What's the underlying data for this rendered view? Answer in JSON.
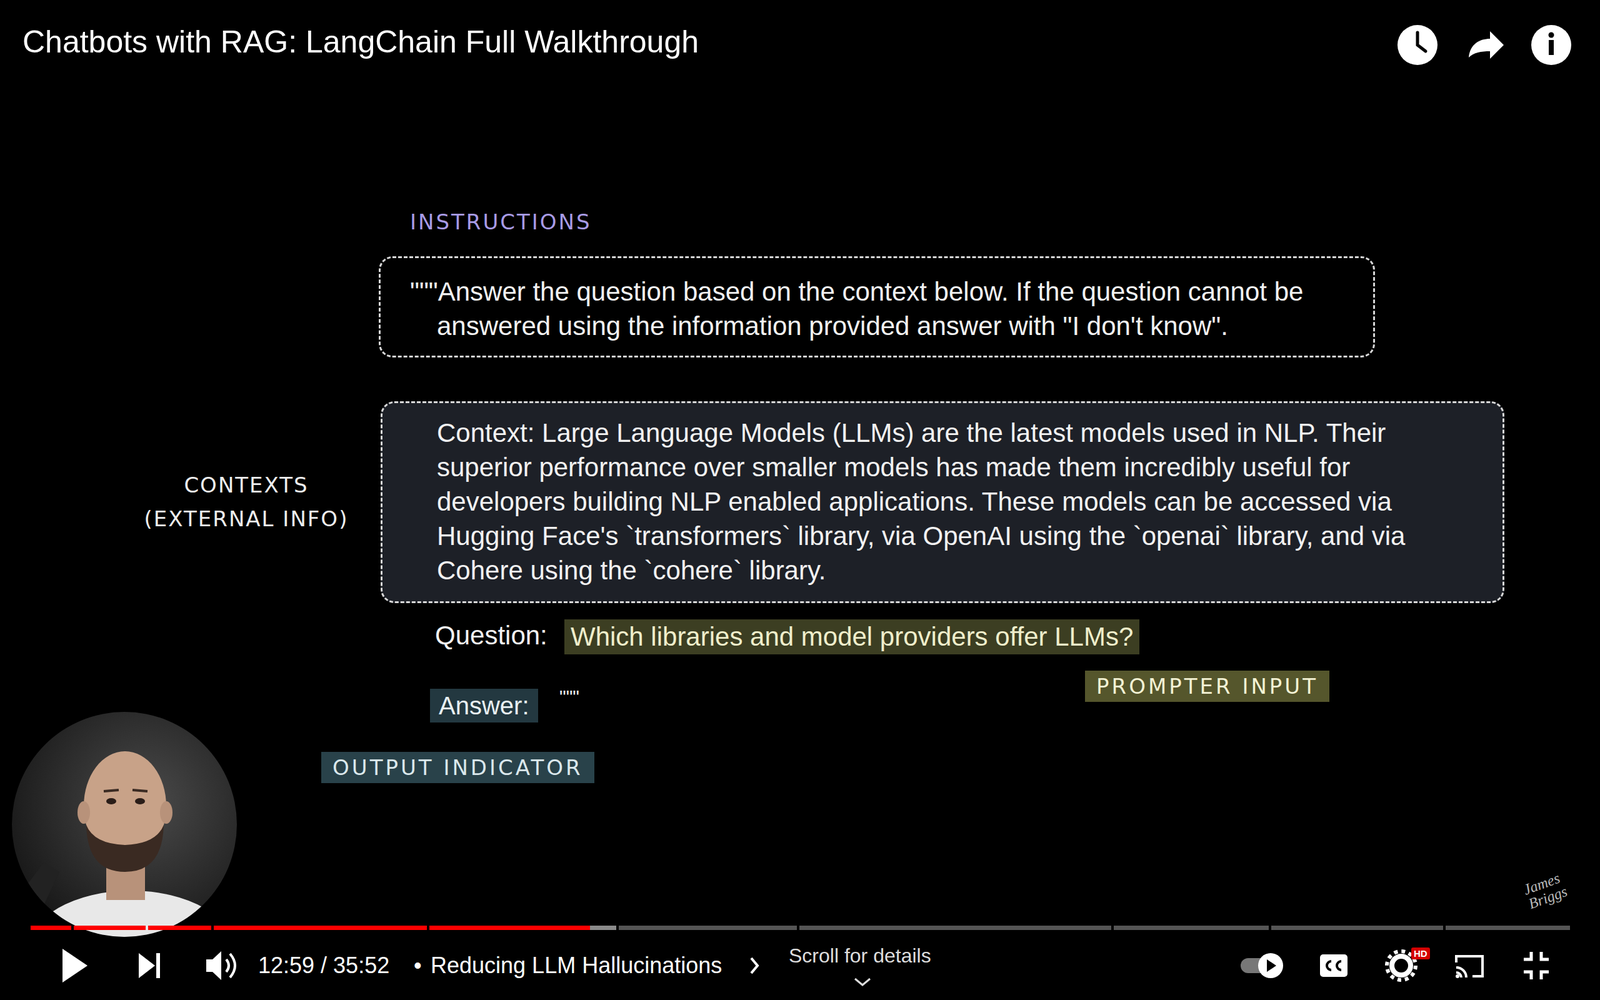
{
  "diagram": {
    "title": "Chatbots with RAG: LangChain Full Walkthrough",
    "nodes": [
      {
        "text": [
          "INSTRUCTIONS",
          "\"\"\"Answer the question based on the context below. If the question cannot be answered using the information provided answer with \"I don't know\"."
        ]
      },
      {
        "text": [
          "CONTEXTS (EXTERNAL INFO)",
          "Context: Large Language Models (LLMs) are the latest models used in NLP. Their superior performance over smaller models has made them incredibly useful for developers building NLP enabled applications. These models can be accessed via Hugging Face's `transformers` library, via OpenAI using the `openai` library, and via Cohere using the `cohere` library."
        ]
      },
      {
        "text": [
          "Which libraries and model providers offer LLMs?"
        ]
      },
      {
        "text": [
          "PROMPTER INPUT"
        ]
      },
      {
        "text": [
          "Answer:"
        ]
      },
      {
        "text": [
          "OUTPUT INDICATOR"
        ]
      }
    ],
    "labels": [
      "Question:",
      "\"\"\"",
      "12:59 / 35:52",
      "•",
      "Reducing LLM Hallucinations",
      "Scroll for details",
      "HD",
      "James Briggs"
    ]
  }
}
